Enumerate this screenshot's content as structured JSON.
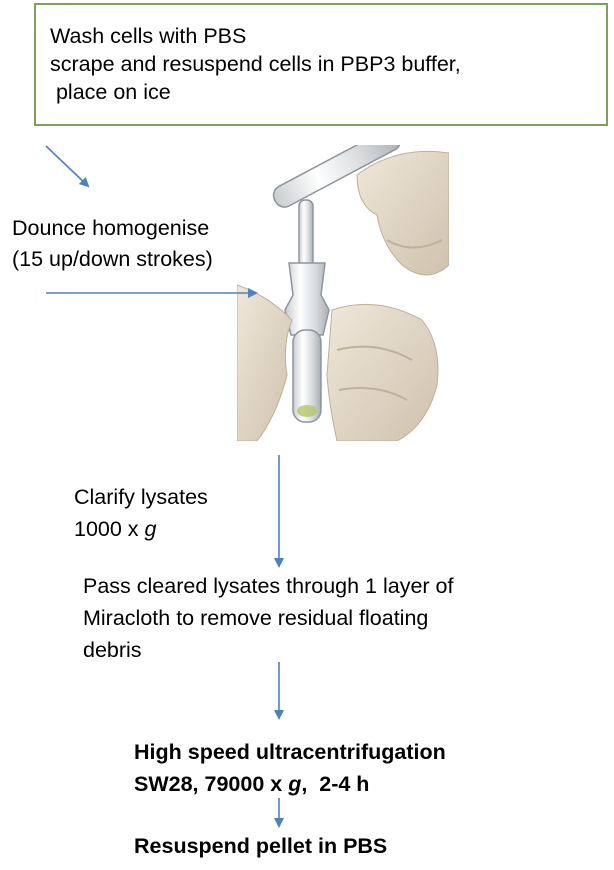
{
  "box": {
    "line1": "Wash cells with PBS",
    "line2": "scrape and resuspend cells in PBP3 buffer,",
    "line3": " place on ice"
  },
  "dounce": {
    "line1": "Dounce homogenise",
    "line2": "(15 up/down strokes)"
  },
  "clarify": {
    "line1": "Clarify lysates",
    "line2_prefix": "1000 x ",
    "line2_italic": "g"
  },
  "pass": {
    "line1": "Pass cleared lysates through 1 layer of",
    "line2": "Miracloth to remove residual floating",
    "line3": "debris"
  },
  "ultra": {
    "line1": "High speed ultracentrifugation",
    "line2_prefix": "SW28, 79000 x ",
    "line2_italic": "g",
    "line2_suffix": ",  2-4 h"
  },
  "resuspend": {
    "line1": "Resuspend pellet in PBS"
  },
  "colors": {
    "box_border": "#7fa05a",
    "arrow": "#4f81bd"
  },
  "photo": {
    "subject": "dounce-homogeniser-in-gloved-hands"
  }
}
